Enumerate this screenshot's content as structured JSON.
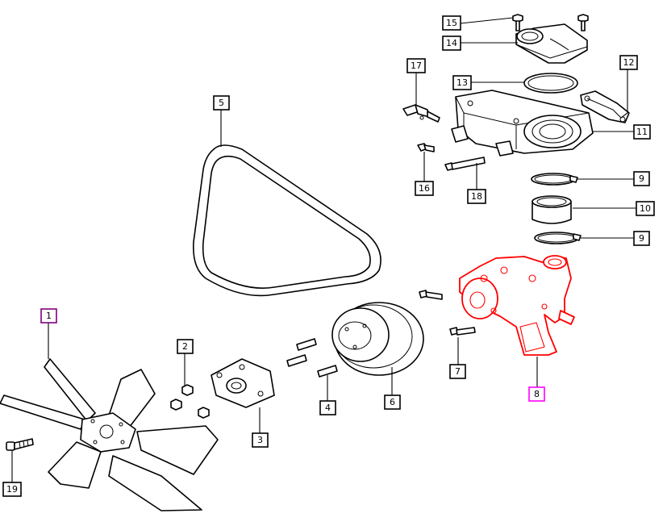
{
  "callouts": [
    {
      "id": "c1",
      "label": "1",
      "style": "purple"
    },
    {
      "id": "c2",
      "label": "2",
      "style": "normal"
    },
    {
      "id": "c3",
      "label": "3",
      "style": "normal"
    },
    {
      "id": "c4",
      "label": "4",
      "style": "normal"
    },
    {
      "id": "c5",
      "label": "5",
      "style": "normal"
    },
    {
      "id": "c6",
      "label": "6",
      "style": "normal"
    },
    {
      "id": "c7",
      "label": "7",
      "style": "normal"
    },
    {
      "id": "c8",
      "label": "8",
      "style": "magenta"
    },
    {
      "id": "c9a",
      "label": "9",
      "style": "normal"
    },
    {
      "id": "c9b",
      "label": "9",
      "style": "normal"
    },
    {
      "id": "c10",
      "label": "10",
      "style": "normal"
    },
    {
      "id": "c11",
      "label": "11",
      "style": "normal"
    },
    {
      "id": "c12",
      "label": "12",
      "style": "normal"
    },
    {
      "id": "c13",
      "label": "13",
      "style": "normal"
    },
    {
      "id": "c14",
      "label": "14",
      "style": "normal"
    },
    {
      "id": "c15",
      "label": "15",
      "style": "normal"
    },
    {
      "id": "c16",
      "label": "16",
      "style": "normal"
    },
    {
      "id": "c17",
      "label": "17",
      "style": "normal"
    },
    {
      "id": "c18",
      "label": "18",
      "style": "normal"
    },
    {
      "id": "c19",
      "label": "19",
      "style": "normal"
    }
  ],
  "colors": {
    "highlight_part": "#ff0000",
    "callout_purple": "#800080",
    "callout_magenta": "#ff00ff",
    "line": "#000000",
    "background": "#ffffff"
  }
}
